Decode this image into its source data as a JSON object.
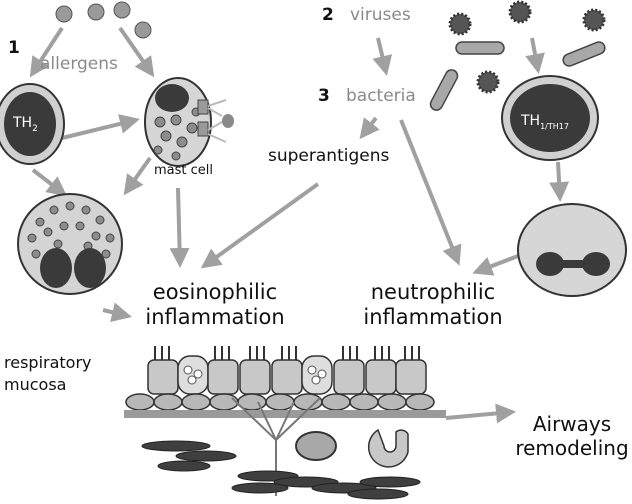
{
  "labels": {
    "num1": "1",
    "num2": "2",
    "num3": "3",
    "allergens": "allergens",
    "viruses": "viruses",
    "bacteria": "bacteria",
    "superantigens": "superantigens",
    "mast_cell": "mast cell",
    "th2": "TH",
    "th2_sub": "2",
    "th1": "TH",
    "th1_sub": "1/TH17",
    "eosinophilic": "eosinophilic",
    "eosinophilic_2": "inflammation",
    "neutrophilic": "neutrophilic",
    "neutrophilic_2": "inflammation",
    "respiratory": "respiratory",
    "mucosa": "mucosa",
    "airways": "Airways",
    "remodeling": "remodeling"
  },
  "colors": {
    "arrow": "#a0a0a0",
    "label_grey": "#8a8a8a",
    "cell_fill": "#cfcfcf",
    "nucleus": "#3d3d3d"
  }
}
